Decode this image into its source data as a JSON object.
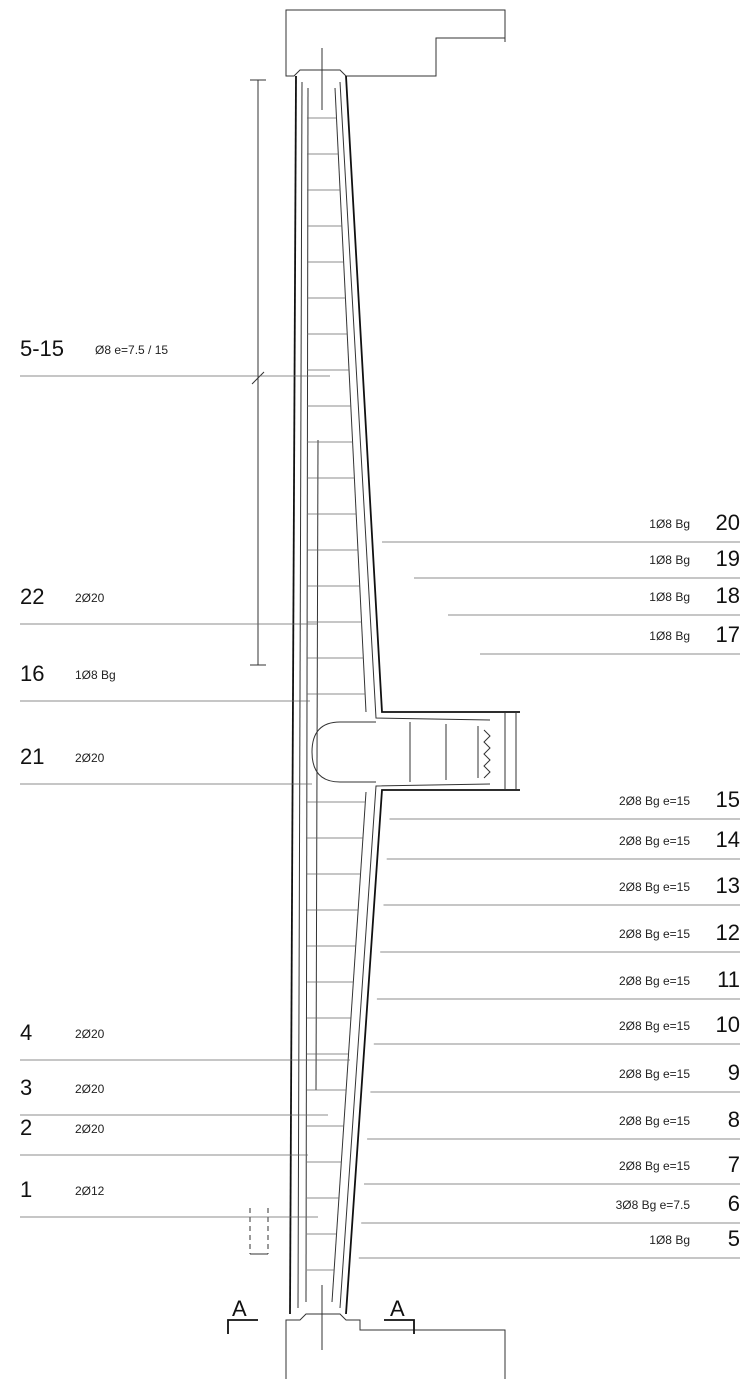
{
  "callouts_left": [
    {
      "num": "5-15",
      "spec": "Ø8  e=7.5 / 15"
    },
    {
      "num": "22",
      "spec": "2Ø20"
    },
    {
      "num": "16",
      "spec": "1Ø8 Bg"
    },
    {
      "num": "21",
      "spec": "2Ø20"
    },
    {
      "num": "4",
      "spec": "2Ø20"
    },
    {
      "num": "3",
      "spec": "2Ø20"
    },
    {
      "num": "2",
      "spec": "2Ø20"
    },
    {
      "num": "1",
      "spec": "2Ø12"
    }
  ],
  "callouts_right": [
    {
      "num": "20",
      "spec": "1Ø8 Bg"
    },
    {
      "num": "19",
      "spec": "1Ø8 Bg"
    },
    {
      "num": "18",
      "spec": "1Ø8 Bg"
    },
    {
      "num": "17",
      "spec": "1Ø8 Bg"
    },
    {
      "num": "15",
      "spec": "2Ø8  Bg  e=15"
    },
    {
      "num": "14",
      "spec": "2Ø8  Bg  e=15"
    },
    {
      "num": "13",
      "spec": "2Ø8  Bg  e=15"
    },
    {
      "num": "12",
      "spec": "2Ø8  Bg  e=15"
    },
    {
      "num": "11",
      "spec": "2Ø8  Bg  e=15"
    },
    {
      "num": "10",
      "spec": "2Ø8  Bg  e=15"
    },
    {
      "num": "9",
      "spec": "2Ø8  Bg  e=15"
    },
    {
      "num": "8",
      "spec": "2Ø8  Bg  e=15"
    },
    {
      "num": "7",
      "spec": "2Ø8  Bg  e=15"
    },
    {
      "num": "6",
      "spec": "3Ø8  Bg  e=7.5"
    },
    {
      "num": "5",
      "spec": "1Ø8 Bg"
    }
  ],
  "section_marks": [
    "A",
    "A"
  ]
}
